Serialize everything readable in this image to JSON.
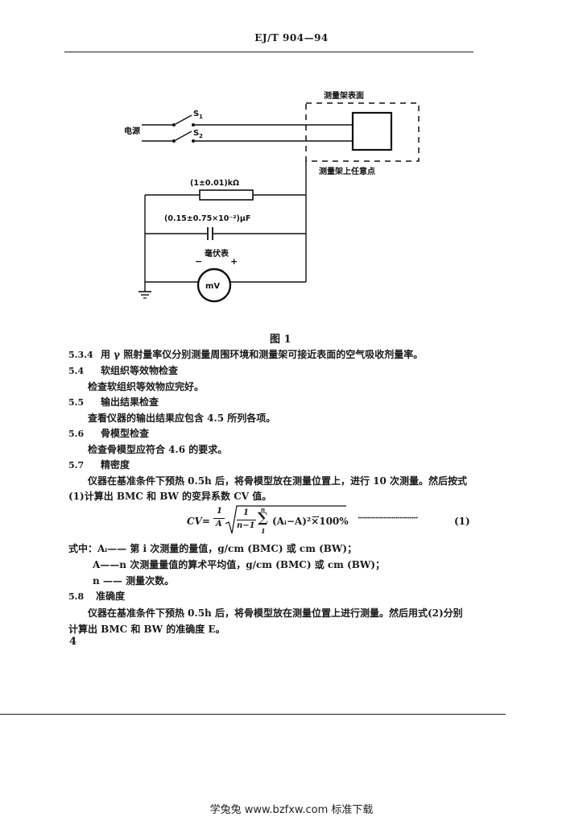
{
  "header": {
    "code": "EJ/T 904—94"
  },
  "figure": {
    "label_surface": "测量架表面",
    "label_s1": "S",
    "label_s1_sub": "1",
    "label_s2": "S",
    "label_s2_sub": "2",
    "label_power": "电源",
    "label_point": "测量架上任意点",
    "label_resistor": "(1±0.01)kΩ",
    "label_capacitor": "(0.15±0.75×10⁻²)μF",
    "label_meter_name": "毫伏表",
    "label_minus": "−",
    "label_plus": "+",
    "label_mv": "mV",
    "caption": "图 1"
  },
  "sections": [
    {
      "num": "5.3.4",
      "text": "用 γ 照射量率仪分别测量周围环境和测量架可接近表面的空气吸收剂量率。"
    },
    {
      "num": "5.4",
      "text": "软组织等效物检查"
    },
    {
      "num": "",
      "text": "检查软组织等效物应完好。"
    },
    {
      "num": "5.5",
      "text": "输出结果检查"
    },
    {
      "num": "",
      "text": "查看仪器的输出结果应包含 4.5 所列各项。"
    },
    {
      "num": "5.6",
      "text": "骨模型检查"
    },
    {
      "num": "",
      "text": "检查骨模型应符合 4.6 的要求。"
    },
    {
      "num": "5.7",
      "text": "精密度"
    },
    {
      "num": "",
      "text": "仪器在基准条件下预热 0.5h 后，将骨模型放在测量位置上，进行 10 次测量。然后按式"
    },
    {
      "num": "",
      "text": "(1)计算出 BMC 和 BW 的变异系数 CV 值。"
    }
  ],
  "formula": {
    "lhs": "CV=",
    "frac1_num": "1",
    "frac1_den": "A",
    "frac2_num": "1",
    "frac2_den": "n−1",
    "sum_top": "n",
    "sum_bottom": "1",
    "body": "(Aᵢ−A)²×100%",
    "dots": "······························",
    "eq_num": "(1)"
  },
  "defs": [
    "式中：Aᵢ—— 第 i 次测量的量值，g/cm (BMC) 或 cm (BW)；",
    "A——n 次测量量值的算术平均值，g/cm (BMC) 或 cm (BW)；",
    "n —— 测量次数。"
  ],
  "sections2": [
    {
      "num": "5.8",
      "text": "准确度"
    },
    {
      "num": "",
      "text": "仪器在基准条件下预热 0.5h 后，将骨模型放在测量位置上进行测量。然后用式(2)分别"
    },
    {
      "num": "",
      "text": "计算出 BMC 和 BW 的准确度 E。"
    }
  ],
  "page_number": "4",
  "footer": "学兔兔 www.bzfxw.com 标准下载"
}
